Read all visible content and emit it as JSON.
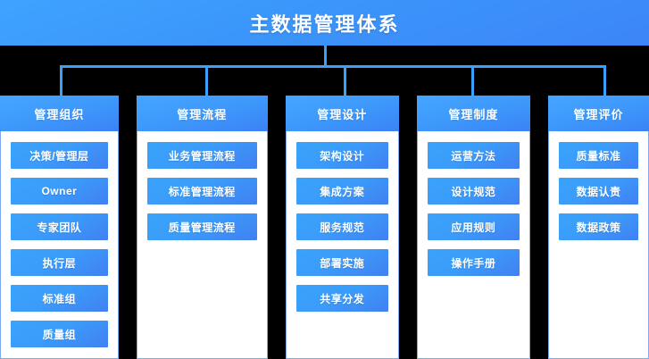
{
  "title": "主数据管理体系",
  "theme": {
    "banner_blue": "#3b97fb",
    "card_blue": "#3b9cfa",
    "connector_blue": "#3aa0fb",
    "panel_bg": "#ffffff",
    "page_bg": "#000000",
    "panel_border": "#7fa9f0",
    "text_white": "#ffffff"
  },
  "columns": [
    {
      "header": "管理组织",
      "items": [
        "决策/管理层",
        "Owner",
        "专家团队",
        "执行层",
        "标准组",
        "质量组"
      ]
    },
    {
      "header": "管理流程",
      "items": [
        "业务管理流程",
        "标准管理流程",
        "质量管理流程"
      ]
    },
    {
      "header": "管理设计",
      "items": [
        "架构设计",
        "集成方案",
        "服务规范",
        "部署实施",
        "共享分发"
      ]
    },
    {
      "header": "管理制度",
      "items": [
        "运营方法",
        "设计规范",
        "应用规则",
        "操作手册"
      ]
    },
    {
      "header": "管理评价",
      "items": [
        "质量标准",
        "数据认责",
        "数据政策"
      ]
    }
  ]
}
